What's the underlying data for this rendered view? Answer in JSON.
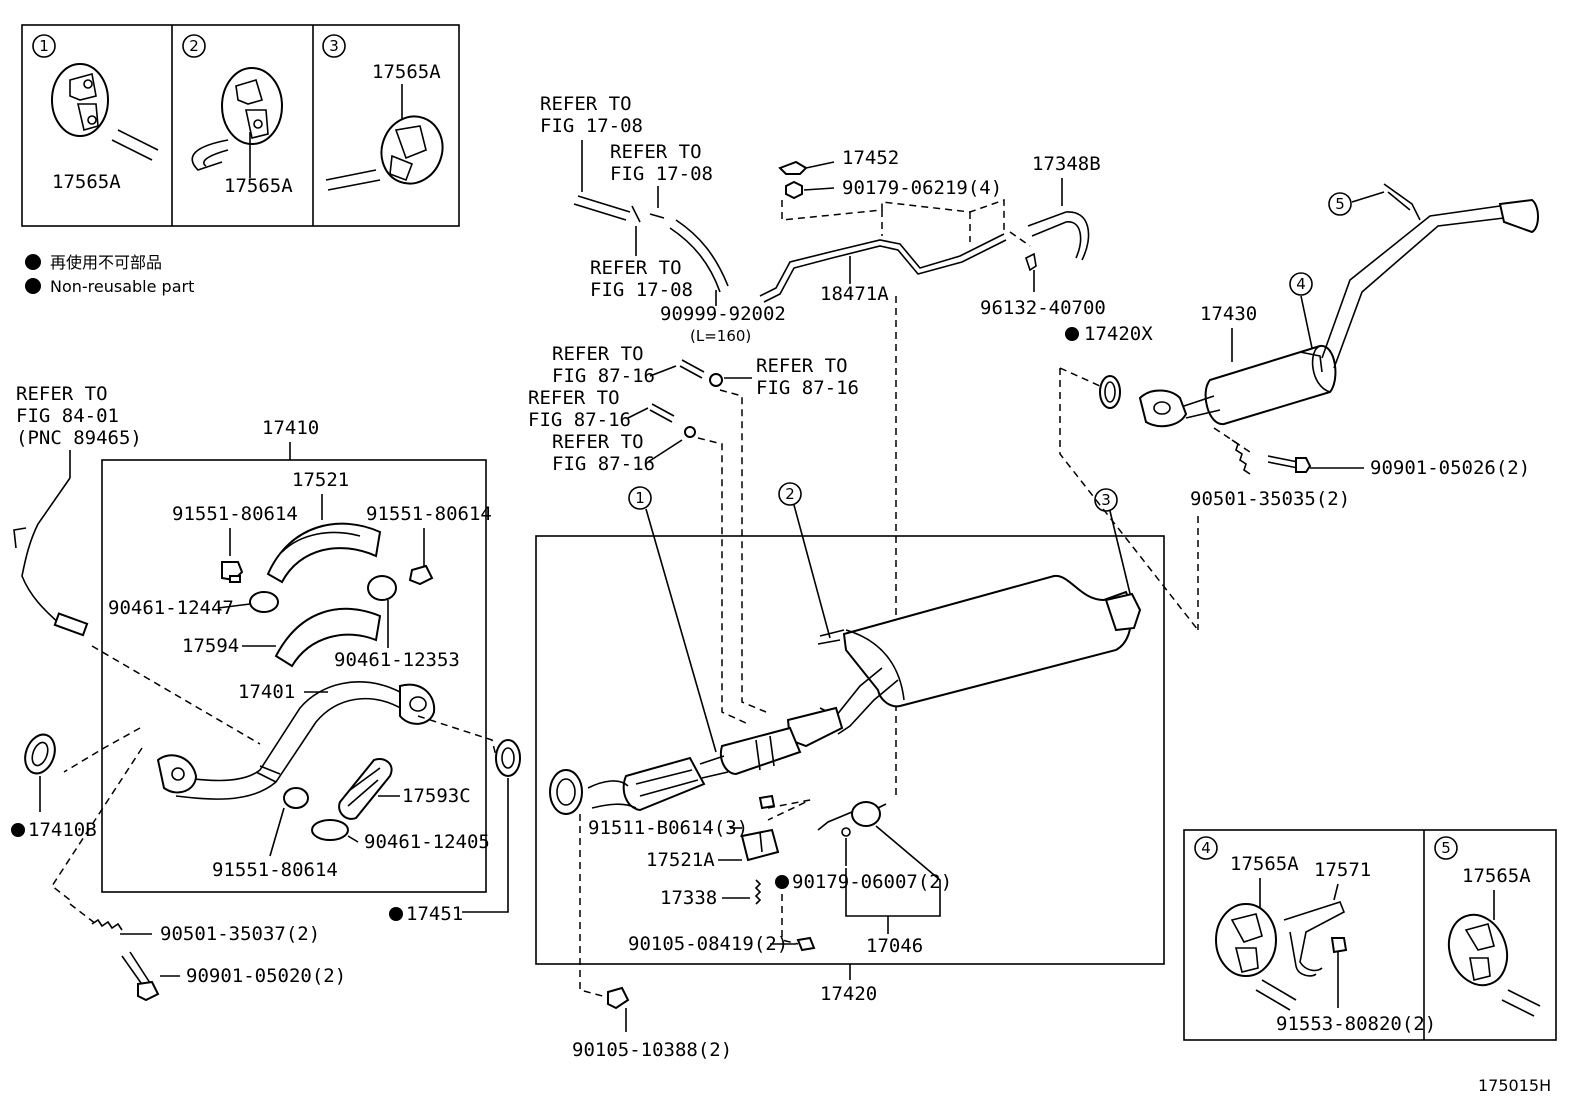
{
  "hanger_panels": [
    {
      "index": "1",
      "part": "17565A"
    },
    {
      "index": "2",
      "part": "17565A"
    },
    {
      "index": "3",
      "part": "17565A"
    }
  ],
  "legend": [
    {
      "text": "再使用不可部品"
    },
    {
      "text": "Non-reusable part"
    }
  ],
  "refer": {
    "fig1708_a_l1": "REFER TO",
    "fig1708_a_l2": "FIG 17-08",
    "fig1708_b_l1": "REFER TO",
    "fig1708_b_l2": "FIG 17-08",
    "fig1708_c_l1": "REFER TO",
    "fig1708_c_l2": "FIG 17-08",
    "fig8716_a_l1": "REFER TO",
    "fig8716_a_l2": "FIG 87-16",
    "fig8716_b_l1": "REFER TO",
    "fig8716_b_l2": "FIG 87-16",
    "fig8716_c_l1": "REFER TO",
    "fig8716_c_l2": "FIG 87-16",
    "fig8716_d_l1": "REFER TO",
    "fig8716_d_l2": "FIG 87-16",
    "fig8401_l1": "REFER TO",
    "fig8401_l2": "FIG 84-01",
    "fig8401_l3": "(PNC 89465)"
  },
  "parts": {
    "p17452": "17452",
    "p90179_06219": "90179-06219(4)",
    "p17348B": "17348B",
    "p18471A": "18471A",
    "p90999_92002": "90999-92002",
    "p90999_len": "(L=160)",
    "p96132_40700": "96132-40700",
    "p17420X": "17420X",
    "p17430": "17430",
    "p90901_05026": "90901-05026(2)",
    "p90501_35035": "90501-35035(2)",
    "p17410": "17410",
    "p17521": "17521",
    "p91551_80614_a": "91551-80614",
    "p91551_80614_b": "91551-80614",
    "p90461_12447": "90461-12447",
    "p17594": "17594",
    "p90461_12353": "90461-12353",
    "p17401": "17401",
    "p17593C": "17593C",
    "p90461_12405": "90461-12405",
    "p91551_80614_c": "91551-80614",
    "p17410B": "17410B",
    "p17451": "17451",
    "p90501_35037": "90501-35037(2)",
    "p90901_05020": "90901-05020(2)",
    "p91511_B0614": "91511-B0614(3)",
    "p17521A": "17521A",
    "p17338": "17338",
    "p90179_06007": "90179-06007(2)",
    "p90105_08419": "90105-08419(2)",
    "p17046": "17046",
    "p17420": "17420",
    "p90105_10388": "90105-10388(2)"
  },
  "callouts": {
    "c1": "1",
    "c2": "2",
    "c3": "3",
    "c4": "4",
    "c5": "5"
  },
  "inset45": {
    "idx4": "4",
    "idx5": "5",
    "p17565A_4": "17565A",
    "p17571": "17571",
    "p91553_80820": "91553-80820(2)",
    "p17565A_5": "17565A"
  },
  "figure_code": "175015H"
}
